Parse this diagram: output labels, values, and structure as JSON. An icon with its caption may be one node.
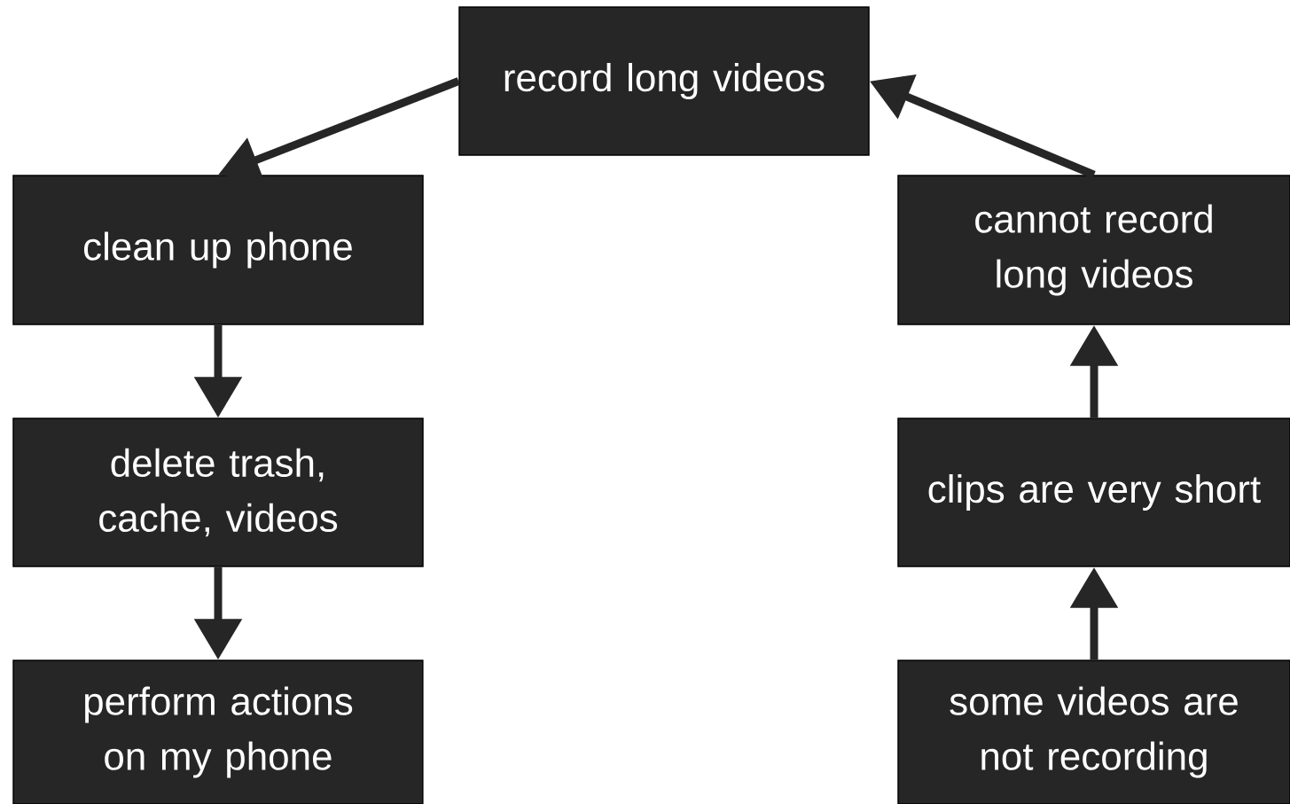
{
  "diagram": {
    "nodes": [
      {
        "text": [
          "record long videos"
        ]
      },
      {
        "text": [
          "clean up phone"
        ]
      },
      {
        "text": [
          "delete trash, cache, videos"
        ]
      },
      {
        "text": [
          "perform actions on my phone"
        ]
      },
      {
        "text": [
          "cannot record long videos"
        ]
      },
      {
        "text": [
          "clips are very short"
        ]
      },
      {
        "text": [
          "some videos are not recording"
        ]
      }
    ],
    "edges": [
      {
        "from": 0,
        "to": 1,
        "arrow": "to"
      },
      {
        "from": 1,
        "to": 2,
        "arrow": "to"
      },
      {
        "from": 2,
        "to": 3,
        "arrow": "to"
      },
      {
        "from": 6,
        "to": 5,
        "arrow": "to"
      },
      {
        "from": 5,
        "to": 4,
        "arrow": "to"
      },
      {
        "from": 4,
        "to": 0,
        "arrow": "to"
      }
    ]
  }
}
